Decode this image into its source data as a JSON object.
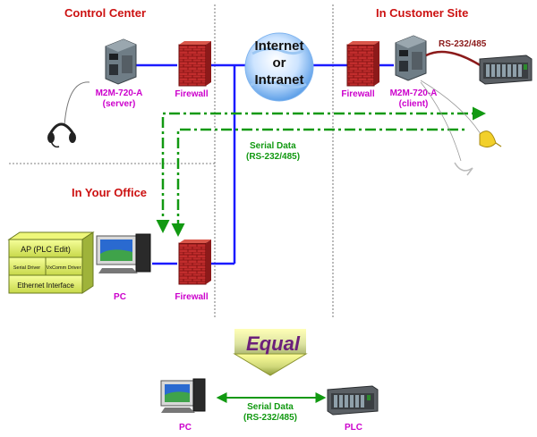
{
  "regions": {
    "control_center": "Control Center",
    "customer_site": "In Customer Site",
    "office": "In Your Office"
  },
  "cloud": {
    "line1": "Internet",
    "line2": "or",
    "line3": "Intranet"
  },
  "devices": {
    "server_model": "M2M-720-A",
    "server_role": "(server)",
    "client_model": "M2M-720-A",
    "client_role": "(client)",
    "firewall_1": "Firewall",
    "firewall_2": "Firewall",
    "firewall_3": "Firewall",
    "rs_label": "RS-232/485",
    "pc_office": "PC"
  },
  "serial_data": {
    "line1": "Serial Data",
    "line2": "(RS-232/485)"
  },
  "software_stack": {
    "app": "AP (PLC Edit)",
    "serial_driver": "Serial Driver",
    "vxcomm_driver": "VxComm Driver",
    "ethernet": "Ethernet Interface"
  },
  "equal": {
    "label": "Equal"
  },
  "bottom": {
    "pc": "PC",
    "plc": "PLC",
    "serial_line1": "Serial Data",
    "serial_line2": "(RS-232/485)"
  },
  "colors": {
    "red_text": "#cc1111",
    "blue_line": "#1a1aff",
    "green": "#119911",
    "magenta": "#cc00cc"
  }
}
